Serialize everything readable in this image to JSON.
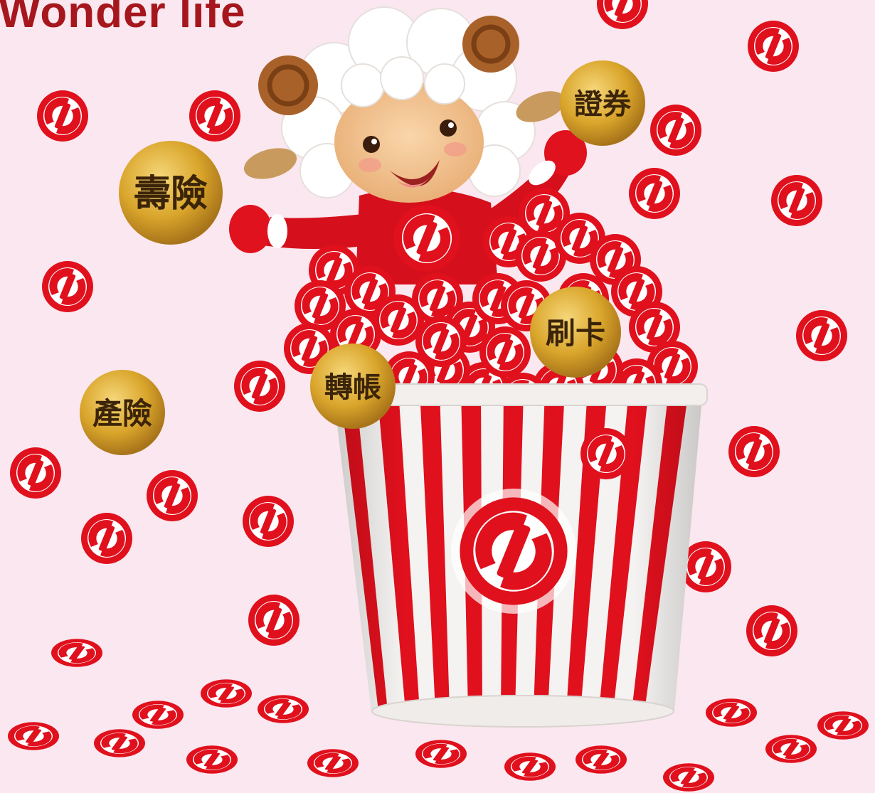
{
  "headline": "Wonder life",
  "badges": [
    {
      "id": "life-insurance",
      "label": "壽險"
    },
    {
      "id": "property-insurance",
      "label": "產險"
    },
    {
      "id": "securities",
      "label": "證券"
    },
    {
      "id": "card-payment",
      "label": "刷卡"
    },
    {
      "id": "transfer",
      "label": "轉帳"
    }
  ],
  "colors": {
    "background": "#fbe7ef",
    "brand_red": "#e0101d",
    "headline": "#a5171d",
    "gold": "#d9a52b",
    "stripe_white": "#f5f3f1"
  },
  "icons": [
    "brand-coin-icon",
    "sheep-mascot-icon",
    "popcorn-bucket-icon"
  ]
}
